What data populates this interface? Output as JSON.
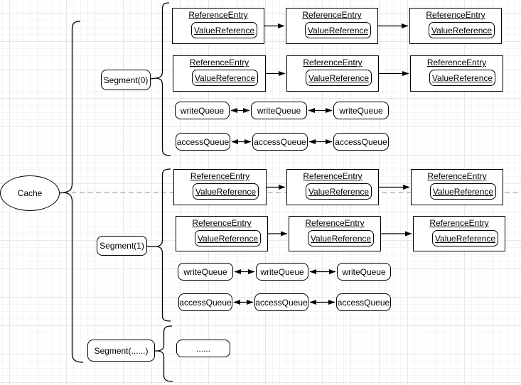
{
  "labels": {
    "cache": "Cache",
    "reference_entry": "ReferenceEntry",
    "value_reference": "ValueReference",
    "write_queue": "writeQueue",
    "access_queue": "accessQueue",
    "segment_ellipsis_content": "......"
  },
  "segments": [
    {
      "label": "Segment(0)"
    },
    {
      "label": "Segment(1)"
    },
    {
      "label": "Segment(......)"
    }
  ],
  "colors": {
    "stroke": "#000000",
    "shape_fill": "#ffffff",
    "dashed_guide_line": "#a8a8a8",
    "grid_minor": "#f5f5f5",
    "grid_major": "#e7e7e7",
    "canvas_background": "#ffffff"
  }
}
